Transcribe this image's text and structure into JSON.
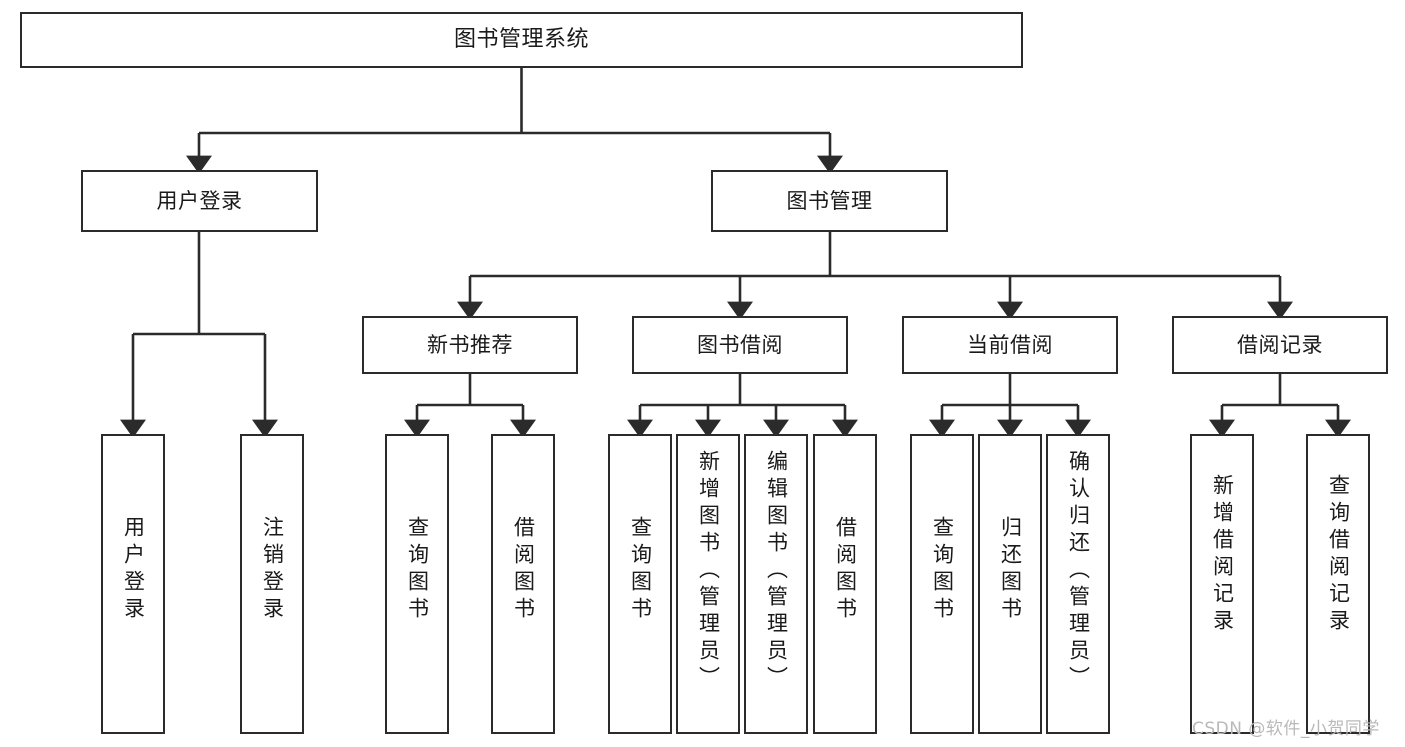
{
  "diagram": {
    "type": "tree",
    "title": "图书管理系统",
    "orientation": "top-down",
    "colors": {
      "box_border": "#2b2b2b",
      "box_fill": "#ffffff",
      "connector": "#2b2b2b",
      "text": "#1a1a1a",
      "watermark": "#b9b9b9",
      "background": "#ffffff"
    },
    "root": {
      "label": "图书管理系统"
    },
    "level2": [
      {
        "label": "用户登录"
      },
      {
        "label": "图书管理"
      }
    ],
    "level3": [
      {
        "label": "新书推荐"
      },
      {
        "label": "图书借阅"
      },
      {
        "label": "当前借阅"
      },
      {
        "label": "借阅记录"
      }
    ],
    "leaves": {
      "user_login": [
        {
          "label": "用户登录"
        },
        {
          "label": "注销登录"
        }
      ],
      "new_book_recommend": [
        {
          "label": "查询图书"
        },
        {
          "label": "借阅图书"
        }
      ],
      "book_borrow": [
        {
          "label": "查询图书"
        },
        {
          "label": "新增图书（管理员）"
        },
        {
          "label": "编辑图书（管理员）"
        },
        {
          "label": "借阅图书"
        }
      ],
      "current_borrow": [
        {
          "label": "查询图书"
        },
        {
          "label": "归还图书"
        },
        {
          "label": "确认归还（管理员）"
        }
      ],
      "borrow_record": [
        {
          "label": "新增借阅记录"
        },
        {
          "label": "查询借阅记录"
        }
      ]
    },
    "watermark": "CSDN @软件_小贺同学"
  }
}
